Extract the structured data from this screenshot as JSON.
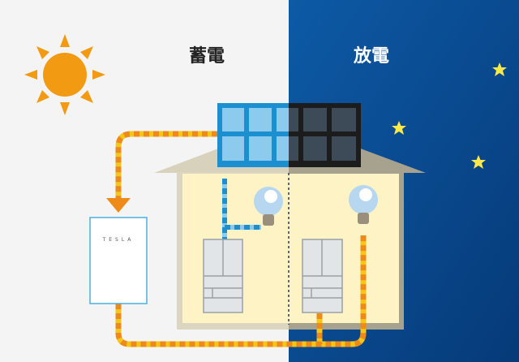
{
  "labels": {
    "charge": "蓄電",
    "discharge": "放電",
    "battery_brand": "TESLA"
  },
  "colors": {
    "day_bg": "#f4f4f4",
    "night_bg": "#0b4c94",
    "sun": "#f19a12",
    "moon": "#fbe94a",
    "wire": "#f5c518",
    "wire_dash": "#ee8a1a",
    "panel_day": "#1b8fcf",
    "panel_night": "#1c1c1c",
    "wall": "#fdf3c4"
  }
}
